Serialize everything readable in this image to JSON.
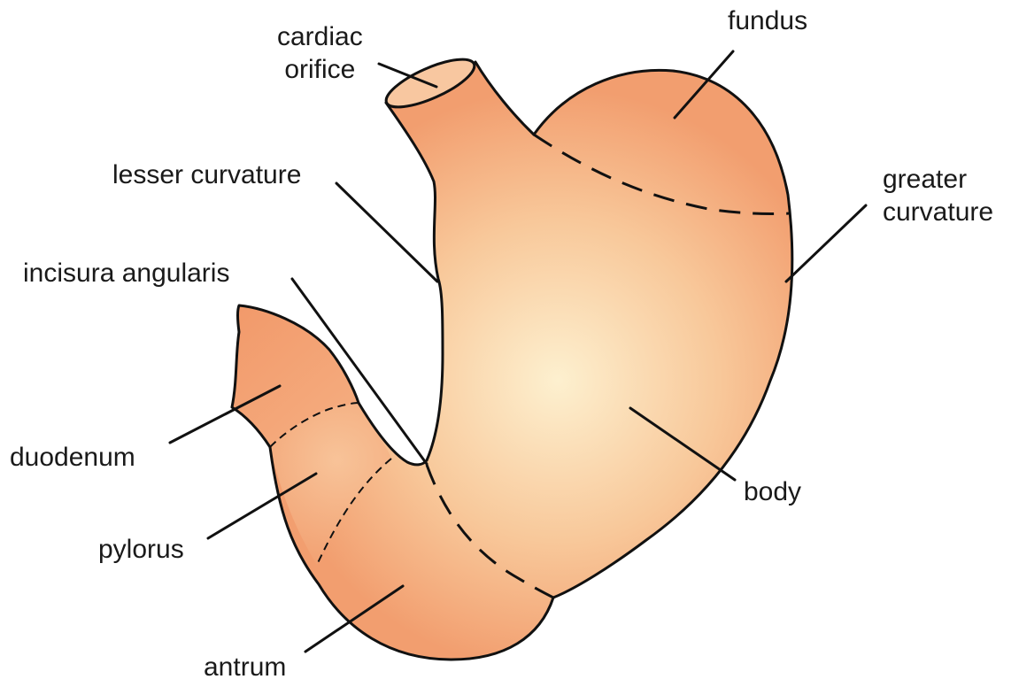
{
  "labels": {
    "cardiac_orifice": [
      "cardiac",
      "orifice"
    ],
    "fundus": "fundus",
    "lesser_curvature": "lesser curvature",
    "greater_curvature": [
      "greater",
      "curvature"
    ],
    "incisura_angularis": "incisura angularis",
    "duodenum": "duodenum",
    "body": "body",
    "pylorus": "pylorus",
    "antrum": "antrum"
  },
  "colors": {
    "stomach_center": "#fdf0cf",
    "stomach_edge": "#f29e6f",
    "duodenum_fill": "#f2a273",
    "outline": "#111111",
    "background": "#ffffff"
  }
}
